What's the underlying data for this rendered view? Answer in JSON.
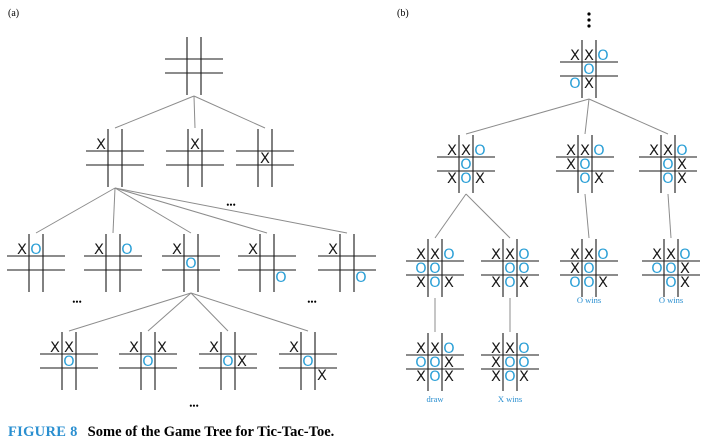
{
  "panels": {
    "a_label": "(a)",
    "b_label": "(b)"
  },
  "marks": {
    "x": "X",
    "o": "O"
  },
  "ellipsis": "•••",
  "colors": {
    "x_mark": "#1a1a1a",
    "o_mark": "#2a9fd6",
    "grid": "#1a1a1a",
    "edge": "#8c8c8c",
    "figure_label": "#2a8fd0"
  },
  "caption": {
    "figure_label": "FIGURE 8",
    "text": "Some of the Game Tree for Tic-Tac-Toe."
  },
  "tree_a": {
    "root": [
      "",
      "",
      "",
      "",
      "",
      "",
      "",
      "",
      ""
    ],
    "level1": [
      [
        "X",
        "",
        "",
        "",
        "",
        "",
        "",
        "",
        ""
      ],
      [
        "",
        "X",
        "",
        "",
        "",
        "",
        "",
        "",
        ""
      ],
      [
        "",
        "",
        "",
        "",
        "X",
        "",
        "",
        "",
        ""
      ]
    ],
    "level2": [
      [
        "X",
        "O",
        "",
        "",
        "",
        "",
        "",
        "",
        ""
      ],
      [
        "X",
        "",
        "O",
        "",
        "",
        "",
        "",
        "",
        ""
      ],
      [
        "X",
        "",
        "",
        "",
        "O",
        "",
        "",
        "",
        ""
      ],
      [
        "X",
        "",
        "",
        "",
        "",
        "",
        "",
        "",
        "O"
      ],
      [
        "X",
        "",
        "",
        "",
        "",
        "",
        "",
        "",
        "O"
      ]
    ],
    "level3": [
      [
        "X",
        "X",
        "",
        "",
        "O",
        "",
        "",
        "",
        ""
      ],
      [
        "X",
        "",
        "X",
        "",
        "O",
        "",
        "",
        "",
        ""
      ],
      [
        "X",
        "",
        "",
        "",
        "O",
        "X",
        "",
        "",
        ""
      ],
      [
        "X",
        "",
        "",
        "",
        "O",
        "",
        "",
        "",
        "X"
      ]
    ]
  },
  "tree_b": {
    "root": [
      "X",
      "X",
      "O",
      "",
      "O",
      "",
      "O",
      "X",
      ""
    ],
    "level1": [
      {
        "board": [
          "X",
          "X",
          "O",
          "",
          "O",
          "",
          "X",
          "O",
          "X"
        ],
        "label": ""
      },
      {
        "board": [
          "X",
          "X",
          "O",
          "X",
          "O",
          "",
          "",
          "O",
          "X"
        ],
        "label": ""
      },
      {
        "board": [
          "X",
          "X",
          "O",
          "",
          "O",
          "X",
          "",
          "O",
          "X"
        ],
        "label": ""
      }
    ],
    "level2": [
      {
        "board": [
          "X",
          "X",
          "O",
          "O",
          "O",
          "",
          "X",
          "O",
          "X"
        ],
        "label": ""
      },
      {
        "board": [
          "X",
          "X",
          "O",
          "",
          "O",
          "O",
          "X",
          "O",
          "X"
        ],
        "label": ""
      },
      {
        "board": [
          "X",
          "X",
          "O",
          "X",
          "O",
          "",
          "O",
          "O",
          "X"
        ],
        "label": "O wins"
      },
      {
        "board": [
          "X",
          "X",
          "O",
          "O",
          "O",
          "X",
          "",
          "O",
          "X"
        ],
        "label": "O wins"
      }
    ],
    "level3": [
      {
        "board": [
          "X",
          "X",
          "O",
          "O",
          "O",
          "X",
          "X",
          "O",
          "X"
        ],
        "label": "draw"
      },
      {
        "board": [
          "X",
          "X",
          "O",
          "X",
          "O",
          "O",
          "X",
          "O",
          "X"
        ],
        "label": "X wins"
      }
    ]
  }
}
